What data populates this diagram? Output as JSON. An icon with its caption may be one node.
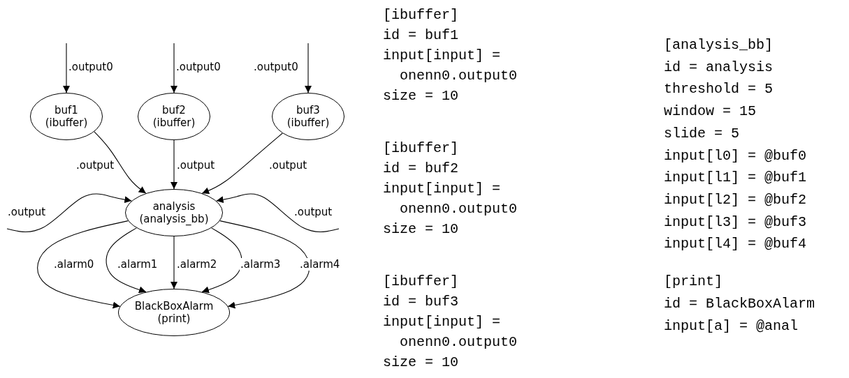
{
  "diagram": {
    "nodes": [
      {
        "text": [
          "buf1 (ibuffer)"
        ]
      },
      {
        "text": [
          "buf2 (ibuffer)"
        ]
      },
      {
        "text": [
          "buf3 (ibuffer)"
        ]
      },
      {
        "text": [
          "analysis (analysis_bb)"
        ]
      },
      {
        "text": [
          "BlackBoxAlarm (print)"
        ]
      }
    ],
    "edges": [
      {
        "from": null,
        "to": 0,
        "arrow": "to",
        "label": ".output0"
      },
      {
        "from": null,
        "to": 1,
        "arrow": "to",
        "label": ".output0"
      },
      {
        "from": null,
        "to": 2,
        "arrow": "to",
        "label": ".output0"
      },
      {
        "from": 0,
        "to": 3,
        "arrow": "to",
        "label": ".output"
      },
      {
        "from": 1,
        "to": 3,
        "arrow": "to",
        "label": ".output"
      },
      {
        "from": 2,
        "to": 3,
        "arrow": "to",
        "label": ".output"
      },
      {
        "from": null,
        "to": 3,
        "arrow": "to",
        "label": ".output"
      },
      {
        "from": null,
        "to": 3,
        "arrow": "to",
        "label": ".output"
      },
      {
        "from": 3,
        "to": 4,
        "arrow": "to",
        "label": ".alarm0"
      },
      {
        "from": 3,
        "to": 4,
        "arrow": "to",
        "label": ".alarm1"
      },
      {
        "from": 3,
        "to": 4,
        "arrow": "to",
        "label": ".alarm2"
      },
      {
        "from": 3,
        "to": 4,
        "arrow": "to",
        "label": ".alarm3"
      },
      {
        "from": 3,
        "to": 4,
        "arrow": "to",
        "label": ".alarm4"
      }
    ],
    "labels": [
      "[ibuffer]",
      "id = buf1",
      "input[input] = onenn0.output0",
      "size = 10",
      "[ibuffer]",
      "id = buf2",
      "input[input] = onenn0.output0",
      "size = 10",
      "[ibuffer]",
      "id = buf3",
      "input[input] = onenn0.output0",
      "size = 10",
      "[analysis_bb]",
      "id = analysis",
      "threshold = 5",
      "window = 15",
      "slide = 5",
      "input[l0] = @buf0",
      "input[l1] = @buf1",
      "input[l2] = @buf2",
      "input[l3] = @buf3",
      "input[l4] = @buf4",
      "[print]",
      "id = BlackBoxAlarm",
      "input[a] = @anal"
    ]
  }
}
